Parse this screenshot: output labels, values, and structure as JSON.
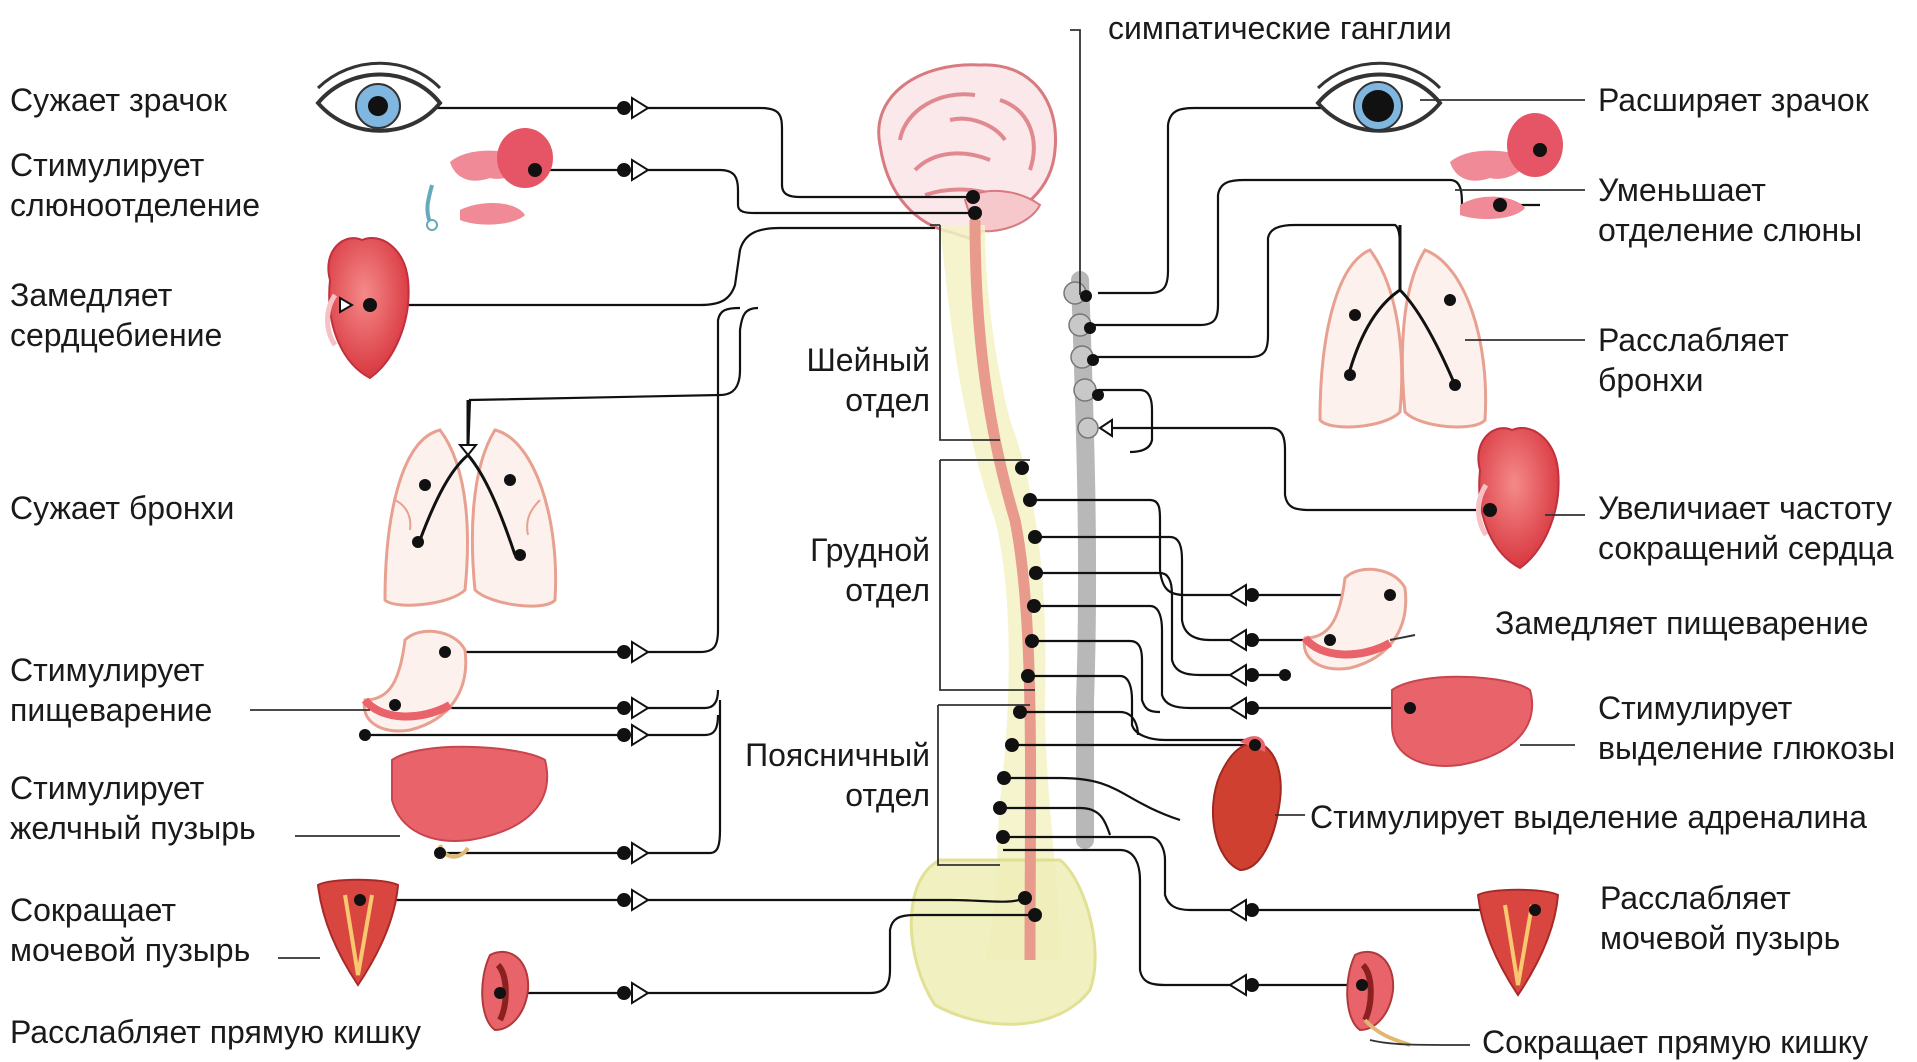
{
  "header": {
    "ganglia_label": "симпатические ганглии"
  },
  "sections": {
    "cervical": "Шейный\nотдел",
    "thoracic": "Грудной\nотдел",
    "lumbar": "Поясничный\nотдел"
  },
  "parasympathetic": [
    "Сужает зрачок",
    "Стимулирует\nслюноотделение",
    "Замедляет\nсердцебиение",
    "Сужает бронхи",
    "Стимулирует\nпищеварение",
    "Стимулирует\nжелчный пузырь",
    "Сокращает\nмочевой пузырь",
    "Расслабляет прямую кишку"
  ],
  "sympathetic": [
    "Расширяет зрачок",
    "Уменьшает\nотделение слюны",
    "Расслабляет\nбронхи",
    "Увеличиает частоту\nсокращений сердца",
    "Замедляет пищеварение",
    "Стимулирует\nвыделение глюкозы",
    "Стимулирует выделение адреналина",
    "Расслабляет\nмочевой пузырь",
    "Сокращает прямую кишку"
  ],
  "colors": {
    "organ": "#e8646a",
    "organ_light": "#f3a0a4",
    "spine_cord": "#e89a8c",
    "spine_bone": "#f0f0b8",
    "ganglia": "#b8b8b8",
    "wire": "#111111"
  }
}
